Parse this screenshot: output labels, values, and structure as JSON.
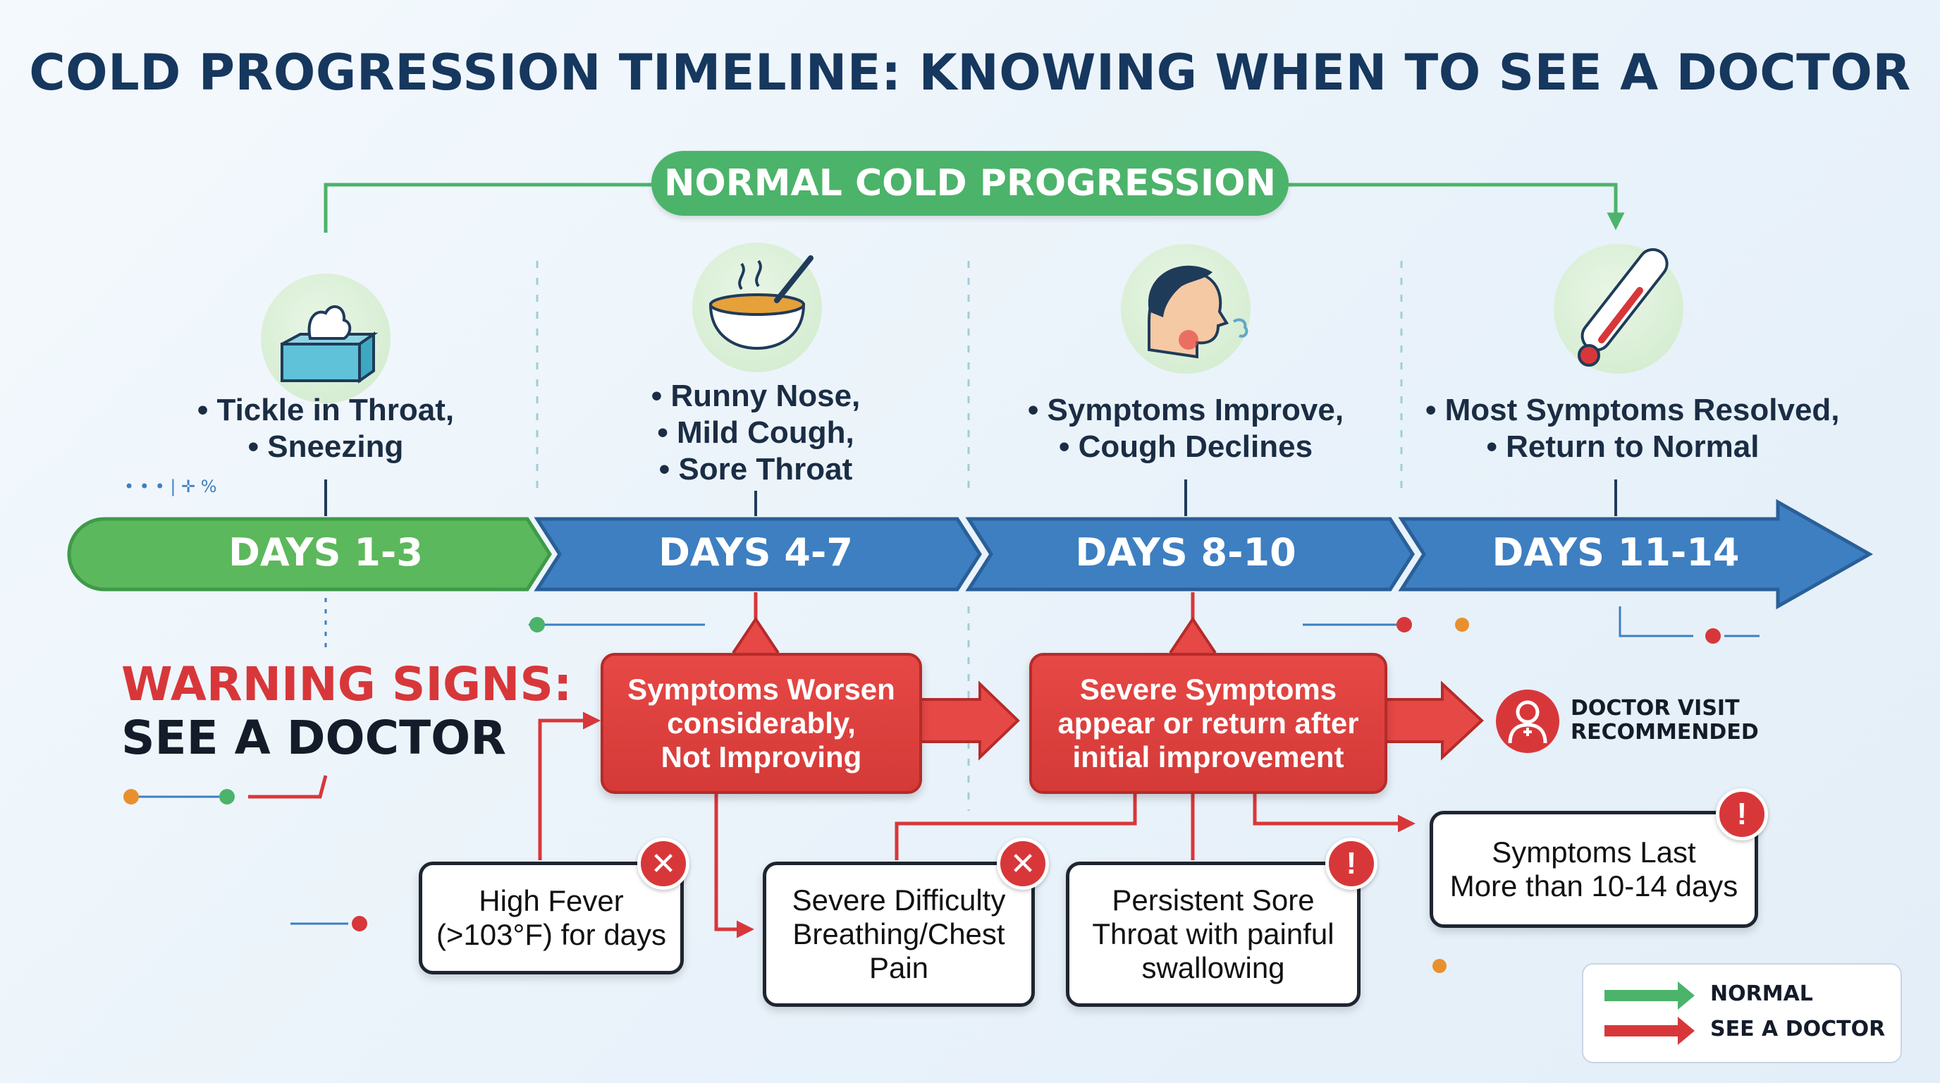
{
  "title": "COLD PROGRESSION TIMELINE: KNOWING WHEN TO SEE A DOCTOR",
  "normal_banner": "NORMAL COLD PROGRESSION",
  "stages": [
    {
      "day": "DAYS 1-3",
      "icon": "tissue-box-icon",
      "lines": [
        "• Tickle in Throat,",
        "• Sneezing"
      ]
    },
    {
      "day": "DAYS 4-7",
      "icon": "soup-bowl-icon",
      "lines": [
        "• Runny Nose,",
        "• Mild Cough,",
        "• Sore Throat"
      ]
    },
    {
      "day": "DAYS 8-10",
      "icon": "coughing-person-icon",
      "lines": [
        "• Symptoms Improve,",
        "• Cough Declines"
      ]
    },
    {
      "day": "DAYS 11-14",
      "icon": "thermometer-icon",
      "lines": [
        "• Most Symptoms Resolved,",
        "• Return to Normal"
      ]
    }
  ],
  "warning": {
    "heading_line1": "WARNING SIGNS:",
    "heading_line2": "SEE A DOCTOR",
    "red_boxes": [
      {
        "lines": [
          "Symptoms Worsen",
          "considerably,",
          "Not Improving"
        ]
      },
      {
        "lines": [
          "Severe Symptoms",
          "appear or return after",
          "initial improvement"
        ]
      }
    ],
    "doctor_visit": [
      "DOCTOR VISIT",
      "RECOMMENDED"
    ],
    "signs": [
      {
        "lines": [
          "High Fever",
          "(>103°F) for days"
        ],
        "badge": "✕"
      },
      {
        "lines": [
          "Severe Difficulty",
          "Breathing/Chest",
          "Pain"
        ],
        "badge": "✕"
      },
      {
        "lines": [
          "Persistent Sore",
          "Throat with painful",
          "swallowing"
        ],
        "badge": "!"
      },
      {
        "lines": [
          "Symptoms Last",
          "More than 10-14 days"
        ],
        "badge": "!"
      }
    ]
  },
  "legend": {
    "items": [
      {
        "label": "NORMAL",
        "color": "#4cb36a"
      },
      {
        "label": "SEE A DOCTOR",
        "color": "#d8373a"
      }
    ]
  },
  "colors": {
    "navy": "#16375e",
    "green": "#4cb36a",
    "blue": "#3d7fc1",
    "red": "#d8373a"
  }
}
